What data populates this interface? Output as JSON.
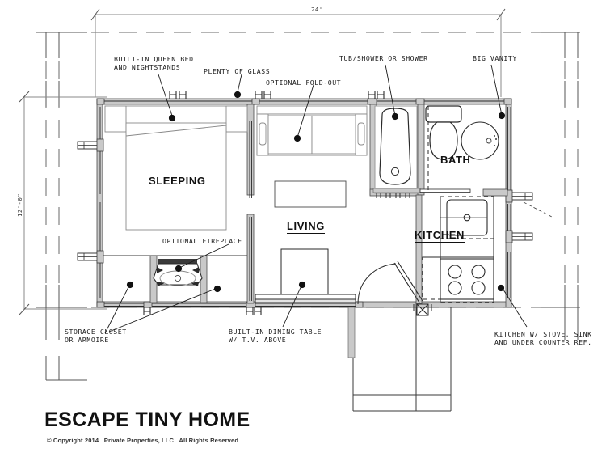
{
  "document": {
    "type": "architectural-floor-plan",
    "title": "ESCAPE TINY HOME",
    "copyright": "© Copyright 2014   Private Properties, LLC   All Rights Reserved"
  },
  "dimensions": {
    "width_label": "24'",
    "height_label": "12'-0\""
  },
  "rooms": [
    {
      "key": "sleeping",
      "label": "SLEEPING"
    },
    {
      "key": "living",
      "label": "LIVING"
    },
    {
      "key": "bath",
      "label": "BATH"
    },
    {
      "key": "kitchen",
      "label": "KITCHEN"
    }
  ],
  "annotations": [
    {
      "key": "bed",
      "line1": "BUILT-IN QUEEN BED",
      "line2": "AND NIGHTSTANDS"
    },
    {
      "key": "glass",
      "line1": "PLENTY OF GLASS",
      "line2": ""
    },
    {
      "key": "foldout",
      "line1": "OPTIONAL FOLD-OUT",
      "line2": ""
    },
    {
      "key": "tub",
      "line1": "TUB/SHOWER OR SHOWER",
      "line2": ""
    },
    {
      "key": "vanity",
      "line1": "BIG VANITY",
      "line2": ""
    },
    {
      "key": "fireplace",
      "line1": "OPTIONAL FIREPLACE",
      "line2": ""
    },
    {
      "key": "storage",
      "line1": "STORAGE CLOSET",
      "line2": "OR ARMOIRE"
    },
    {
      "key": "dining",
      "line1": "BUILT-IN DINING TABLE",
      "line2": "W/ T.V. ABOVE"
    },
    {
      "key": "kitchen",
      "line1": "KITCHEN W/ STOVE, SINK",
      "line2": "AND UNDER COUNTER REF."
    }
  ],
  "colors": {
    "ink": "#1a1a1a",
    "wall_fill": "#c9c9c9",
    "thin_line": "#555555",
    "furniture_line": "#777777",
    "dim_line": "#8a8a8a",
    "grid_line": "#5a5a5a",
    "paper": "#ffffff"
  }
}
